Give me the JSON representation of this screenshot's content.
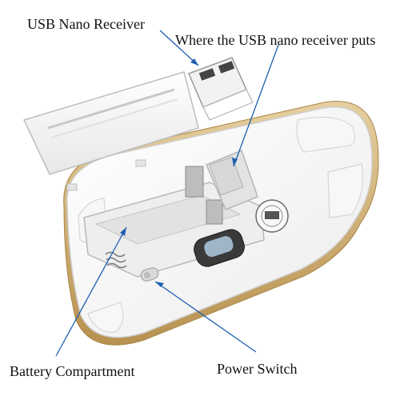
{
  "labels": {
    "usb_nano_receiver": "USB Nano Receiver",
    "receiver_slot": "Where the USB nano receiver puts",
    "battery_compartment": "Battery Compartment",
    "power_switch": "Power Switch"
  },
  "colors": {
    "background": "#ffffff",
    "mouse_body": "#f5f5f5",
    "gold_trim": "#c9a56a",
    "leader_line": "#1e5fb0",
    "text": "#111111"
  }
}
